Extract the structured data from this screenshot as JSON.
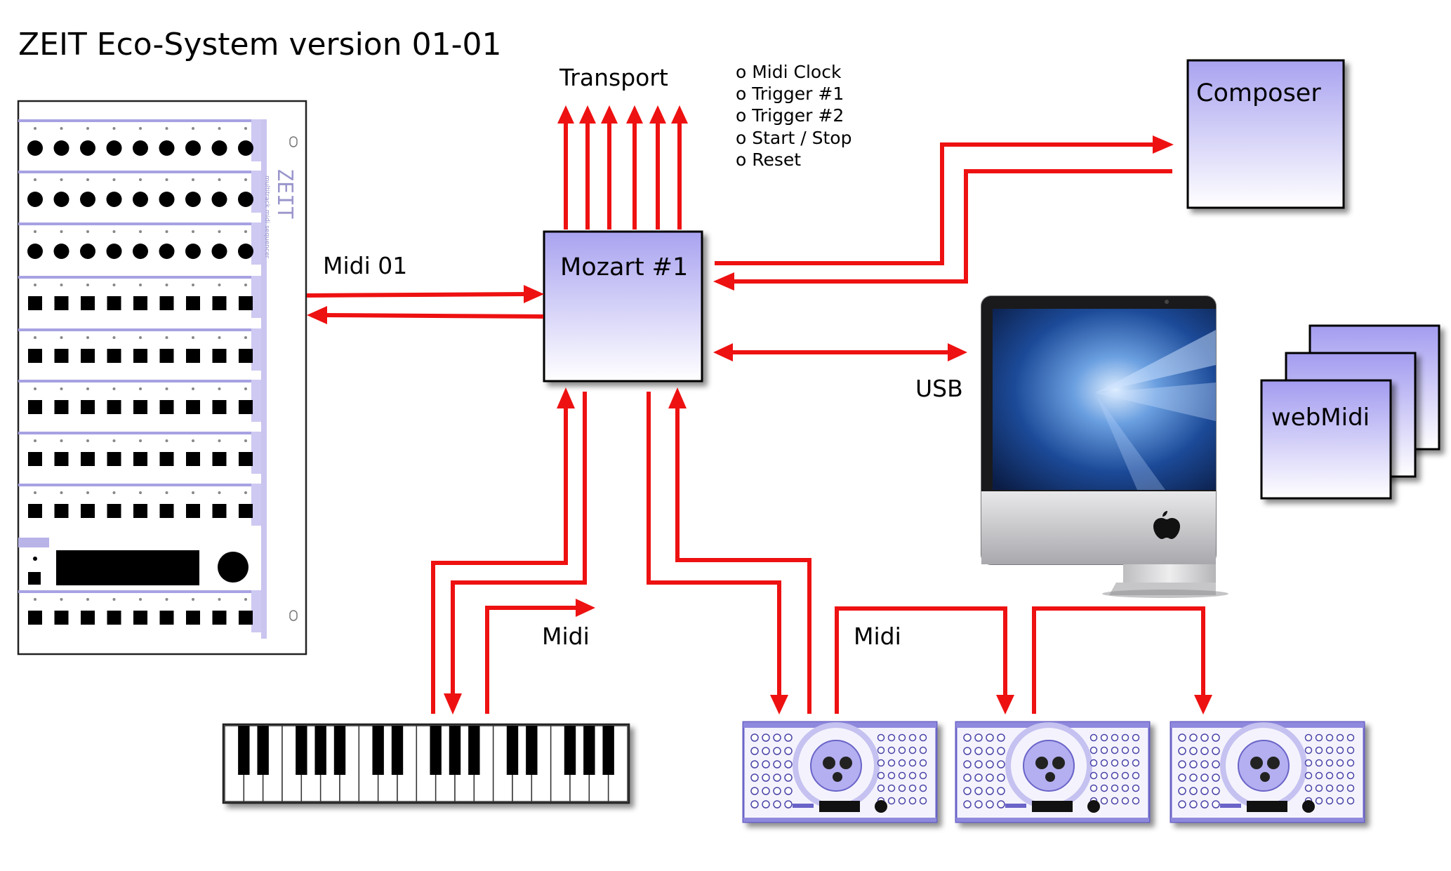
{
  "title": "ZEIT Eco-System version 01-01",
  "nodes": {
    "mozart": "Mozart #1",
    "composer": "Composer",
    "webmidi": "webMidi"
  },
  "labels": {
    "transport": "Transport",
    "midi01": "Midi 01",
    "usb": "USB",
    "midi_left": "Midi",
    "midi_right": "Midi"
  },
  "transport_signals": [
    "o Midi Clock",
    "o Trigger #1",
    "o Trigger #2",
    "o Start / Stop",
    "o Reset"
  ],
  "device_panel": {
    "brand": "ZEIT",
    "subtitle": "multitrack midi sequencer"
  },
  "colors": {
    "arrow": "#ee1111",
    "box_top": "#ffffff",
    "box_bottom": "#a9a3f0",
    "panel_accent": "#a7a2e2"
  }
}
